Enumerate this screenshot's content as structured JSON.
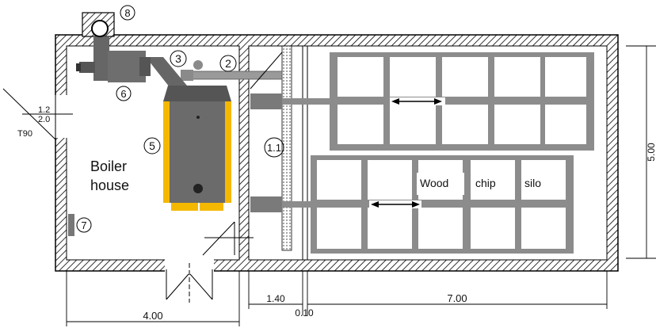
{
  "labels": {
    "boiler_line1": "Boiler",
    "boiler_line2": "house",
    "silo_word1": "Wood",
    "silo_word2": "chip",
    "silo_word3": "silo"
  },
  "callouts": {
    "c1": "1.1",
    "c2": "2",
    "c3": "3",
    "c5": "5",
    "c6": "6",
    "c7": "7",
    "c8": "8"
  },
  "dimensions": {
    "d_boiler_width": "4.00",
    "d_gap": "1.40",
    "d_wall": "0.10",
    "d_silo_width": "7.00",
    "d_height": "5.00",
    "d_left1": "1.2",
    "d_left2": "2.0",
    "door_tag": "T90"
  },
  "colors": {
    "boiler_body": "#6b6b6b",
    "boiler_accent": "#f5b800",
    "floor_grid": "#8c8c8c",
    "wall_hatch": "#000000"
  },
  "icons": [
    "double-arrow-icon",
    "chimney-icon",
    "burner-icon"
  ]
}
